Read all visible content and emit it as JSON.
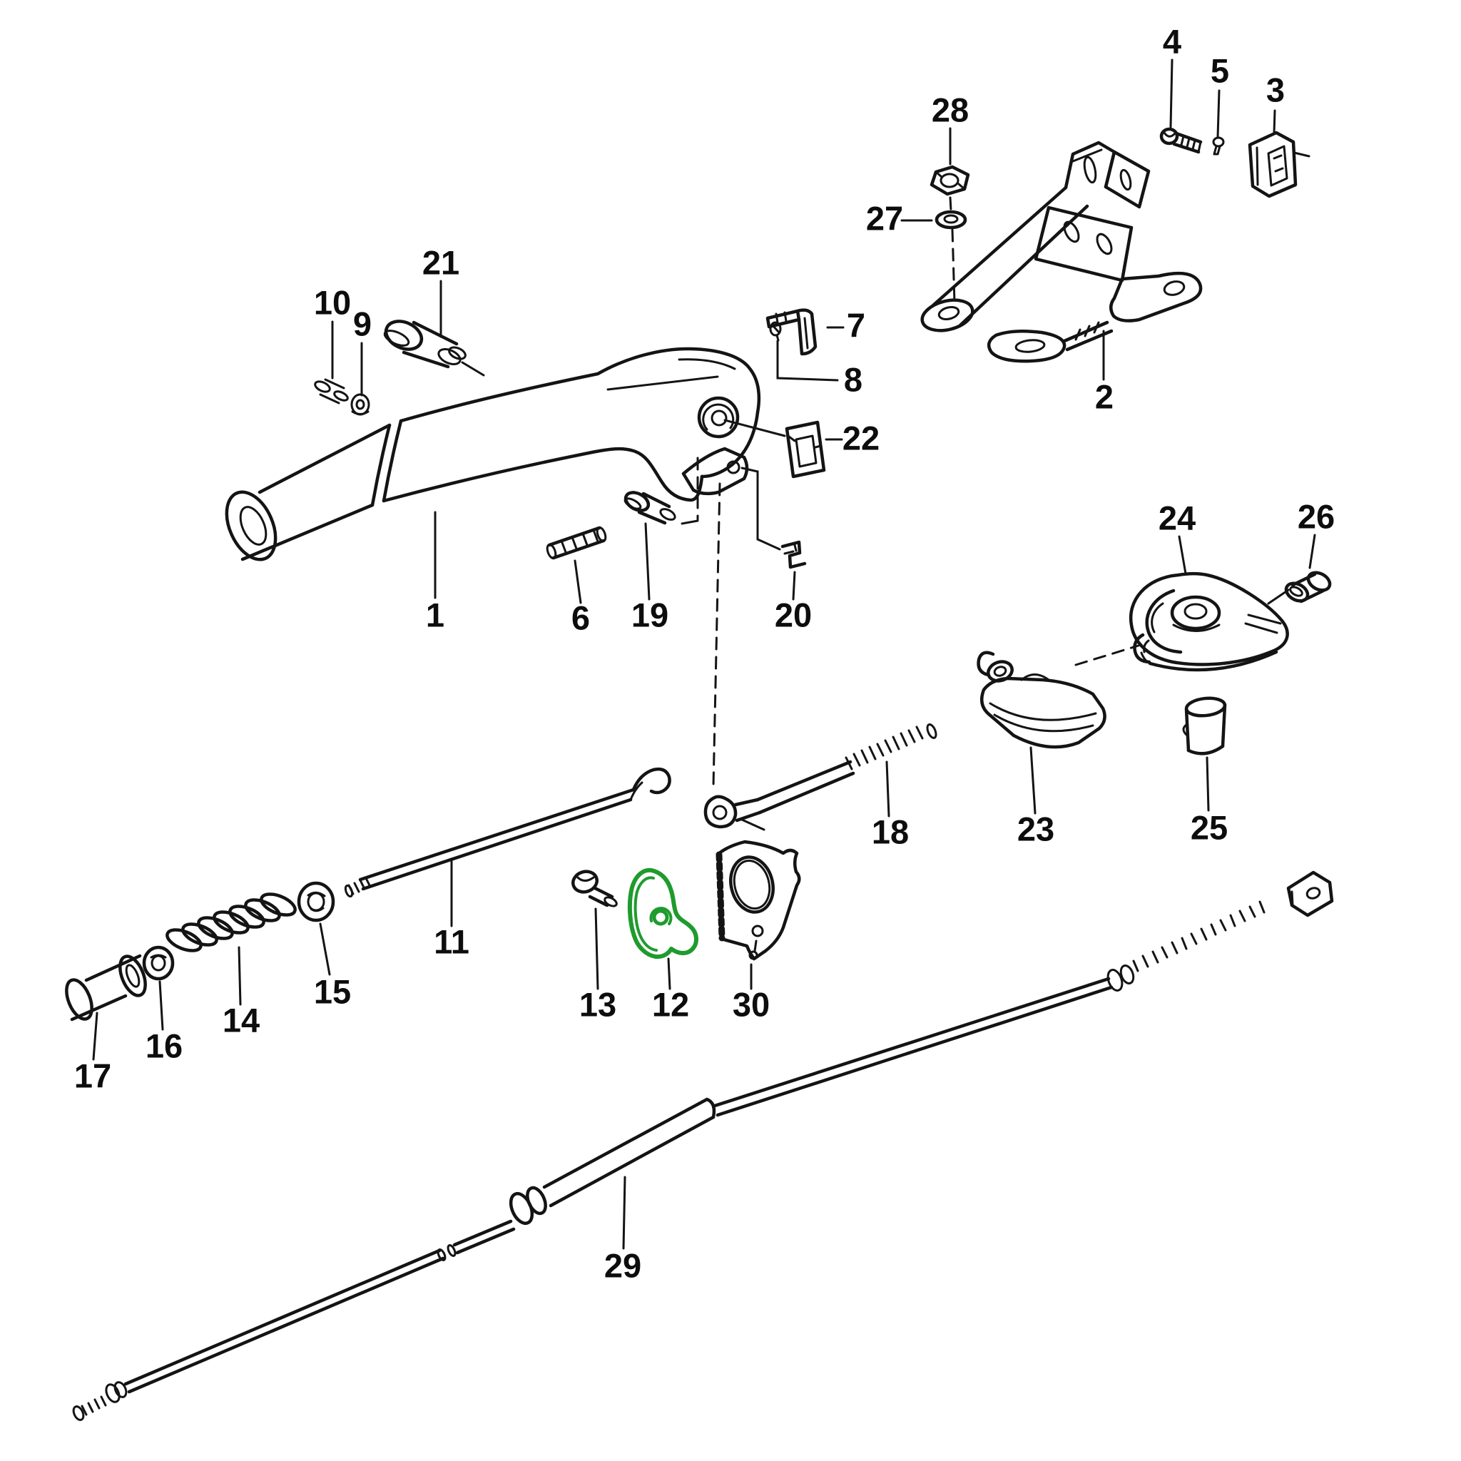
{
  "diagram": {
    "background_color": "#ffffff",
    "line_color": "#141414",
    "label_color": "#0d0d0d",
    "highlight_color": "#1f9b2d",
    "highlighted_part_number": "12",
    "part_count": "30"
  },
  "parts": [
    {
      "label": "1"
    },
    {
      "label": "2"
    },
    {
      "label": "3"
    },
    {
      "label": "4"
    },
    {
      "label": "5"
    },
    {
      "label": "6"
    },
    {
      "label": "7"
    },
    {
      "label": "8"
    },
    {
      "label": "9"
    },
    {
      "label": "10"
    },
    {
      "label": "11"
    },
    {
      "label": "12"
    },
    {
      "label": "13"
    },
    {
      "label": "14"
    },
    {
      "label": "15"
    },
    {
      "label": "16"
    },
    {
      "label": "17"
    },
    {
      "label": "18"
    },
    {
      "label": "19"
    },
    {
      "label": "20"
    },
    {
      "label": "21"
    },
    {
      "label": "22"
    },
    {
      "label": "23"
    },
    {
      "label": "24"
    },
    {
      "label": "25"
    },
    {
      "label": "26"
    },
    {
      "label": "27"
    },
    {
      "label": "28"
    },
    {
      "label": "29"
    },
    {
      "label": "30"
    }
  ]
}
